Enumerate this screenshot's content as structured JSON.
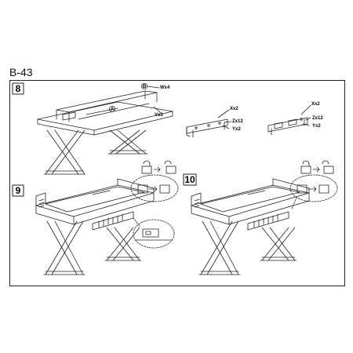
{
  "page": {
    "model_code": "B-43"
  },
  "steps": [
    {
      "number": "8",
      "callouts": {
        "a": "A",
        "b": "B",
        "w": "Wx4",
        "v": "Vx3"
      }
    },
    {
      "number": "9"
    },
    {
      "number": "10"
    }
  ],
  "parts": {
    "left_bracket": {
      "x": "Xx2",
      "z": "Zx12",
      "y": "Yx2"
    },
    "right_bracket": {
      "x": "Xx2",
      "z": "Zx12",
      "y": "Yx2"
    }
  },
  "icons": {
    "lock": "lock-icon",
    "unlock": "unlock-icon"
  }
}
